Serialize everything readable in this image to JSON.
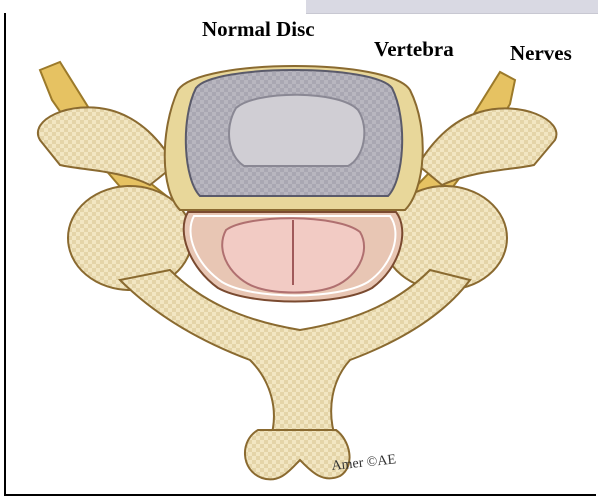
{
  "labels": {
    "normal_disc": "Normal Disc",
    "vertebra": "Vertebra",
    "nerves": "Nerves"
  },
  "artist_signature": "Amer ©AE",
  "colors": {
    "bone": "#f0e0a8",
    "bone_shadow": "#c9a85c",
    "bone_outline": "#8a6a30",
    "disc": "#b9b8c0",
    "disc_inner": "#d4d2d6",
    "disc_outline": "#5a5a6a",
    "canal": "#e8c8b8",
    "cord": "#f2c8c0",
    "nerve": "#e8c060"
  }
}
